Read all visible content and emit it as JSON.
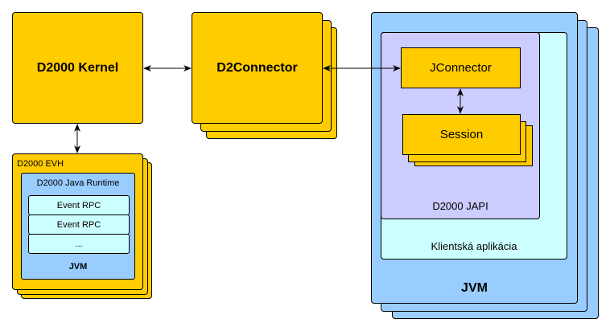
{
  "kernel": {
    "label": "D2000 Kernel"
  },
  "connector": {
    "label": "D2Connector"
  },
  "evh": {
    "label": "D2000 EVH",
    "runtime": {
      "label": "D2000 Java Runtime",
      "items": [
        "Event RPC",
        "Event RPC",
        "..."
      ],
      "jvm_label": "JVM"
    }
  },
  "client_jvm": {
    "jvm_label": "JVM",
    "app": {
      "label": "Klientská aplikácia",
      "japi": {
        "label": "D2000 JAPI",
        "jconnector": {
          "label": "JConnector"
        },
        "session": {
          "label": "Session"
        }
      }
    }
  },
  "colors": {
    "yellow": "#ffcc00",
    "blue": "#99ccff",
    "cyan": "#ccffff",
    "lavender": "#ccccff"
  }
}
